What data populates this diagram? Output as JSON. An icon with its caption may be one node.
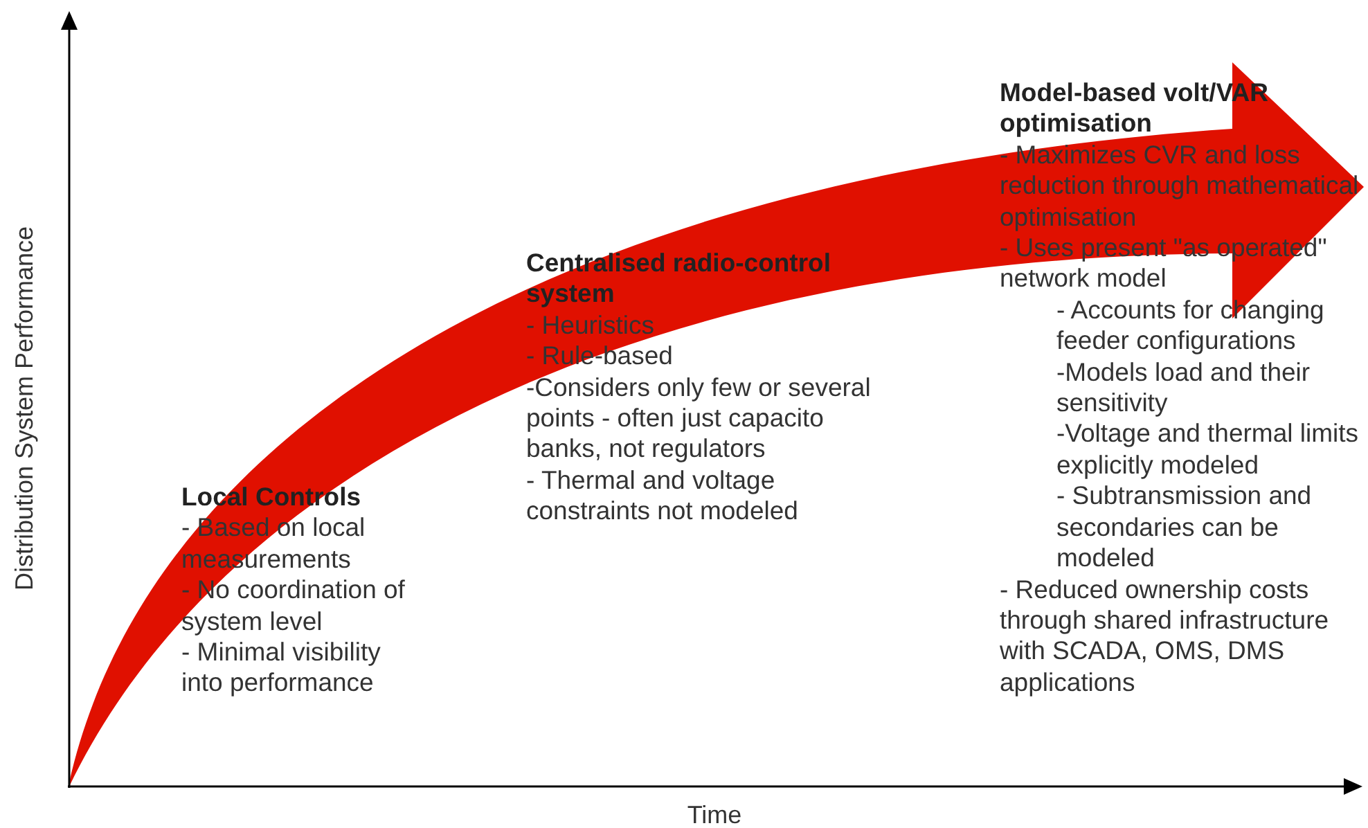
{
  "diagram": {
    "labels": [
      "Distribution System Performance",
      "Local Controls",
      "- Based on local measurements",
      "- No coordination of system level",
      "- Minimal visibility into performance",
      "Centralised radio-control system",
      "- Heuristics",
      "- Rule-based",
      "-Considers only few or several points - often just capacito banks, not regulators",
      "- Thermal and voltage constraints not modeled",
      "Model-based volt/VAR optimisation",
      "- Maximizes CVR and loss reduction through mathematical optimisation",
      "- Uses present \"as operated\" network model",
      "- Accounts for changing feeder configurations",
      "-Models load and their sensitivity",
      "-Voltage and thermal limits explicitly modeled",
      "- Subtransmission and secondaries can be modeled",
      "- Reduced ownership costs through shared infrastructure with SCADA, OMS, DMS applications",
      "Time"
    ]
  }
}
